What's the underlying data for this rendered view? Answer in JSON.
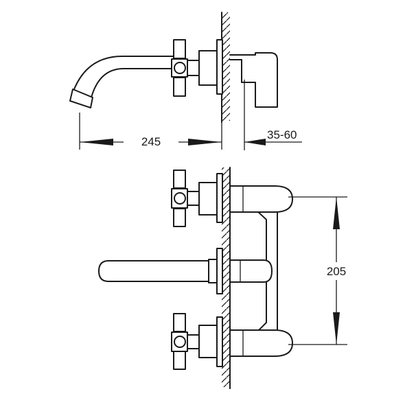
{
  "dimensions": {
    "spout_reach": "245",
    "wall_range": "35-60",
    "handle_spacing": "205"
  }
}
